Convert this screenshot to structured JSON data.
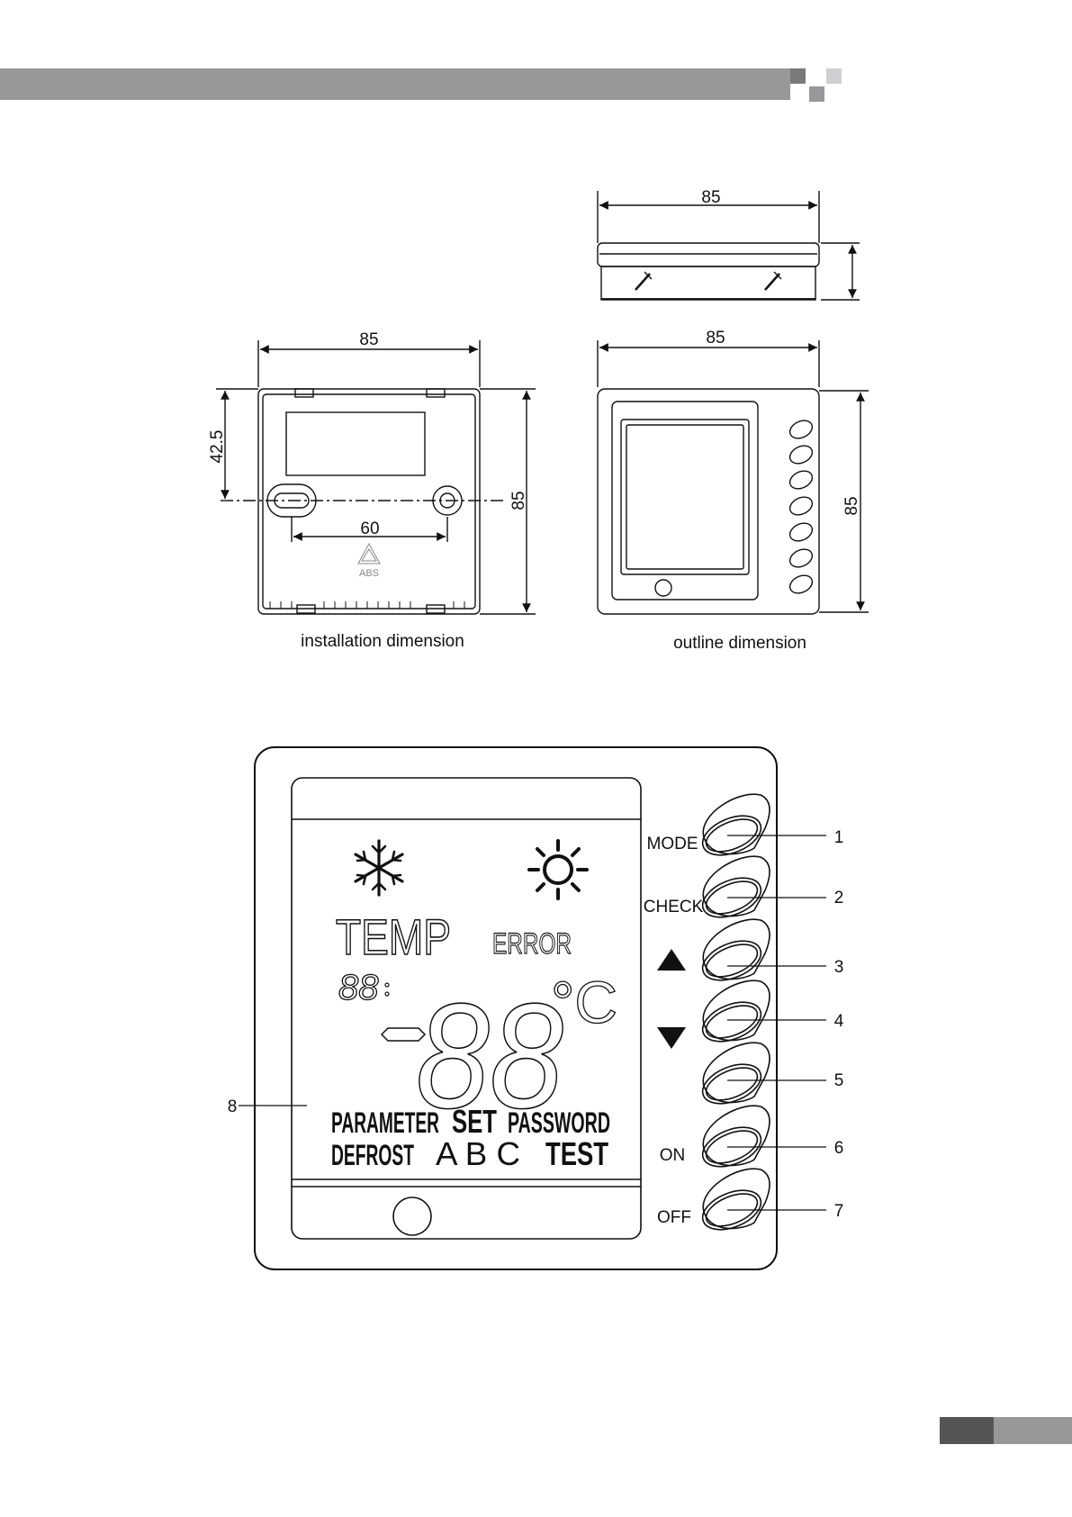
{
  "header": {
    "bar_color": "#98989a",
    "square_dark": "#7a7a7c",
    "square_light": "#cfcfd1"
  },
  "footer": {
    "dark_color": "#555557",
    "light_color": "#98989a"
  },
  "top_diagrams": {
    "side_view": {
      "width_label": "85"
    },
    "installation": {
      "width_label": "85",
      "half_height_label": "42.5",
      "height_label": "85",
      "hole_spacing_label": "60",
      "material_label": "ABS",
      "caption": "installation dimension"
    },
    "outline": {
      "width_label": "85",
      "height_label": "85",
      "caption": "outline dimension"
    }
  },
  "controller": {
    "lcd": {
      "temp_label": "TEMP",
      "error_label": "ERROR",
      "small_digits": "88",
      "big_digits": "88",
      "unit_label": "°C",
      "row1": {
        "parameter": "PARAMETER",
        "set": "SET",
        "password": "PASSWORD"
      },
      "row2": {
        "defrost": "DEFROST",
        "abc": "A B C",
        "test": "TEST"
      }
    },
    "buttons": [
      {
        "label": "MODE",
        "callout": "1"
      },
      {
        "label": "CHECK",
        "callout": "2"
      },
      {
        "label": "",
        "callout": "3",
        "icon": "up-triangle-icon"
      },
      {
        "label": "",
        "callout": "4",
        "icon": "down-triangle-icon"
      },
      {
        "label": "",
        "callout": "5"
      },
      {
        "label": "ON",
        "callout": "6"
      },
      {
        "label": "OFF",
        "callout": "7"
      }
    ],
    "lcd_callout": "8"
  }
}
